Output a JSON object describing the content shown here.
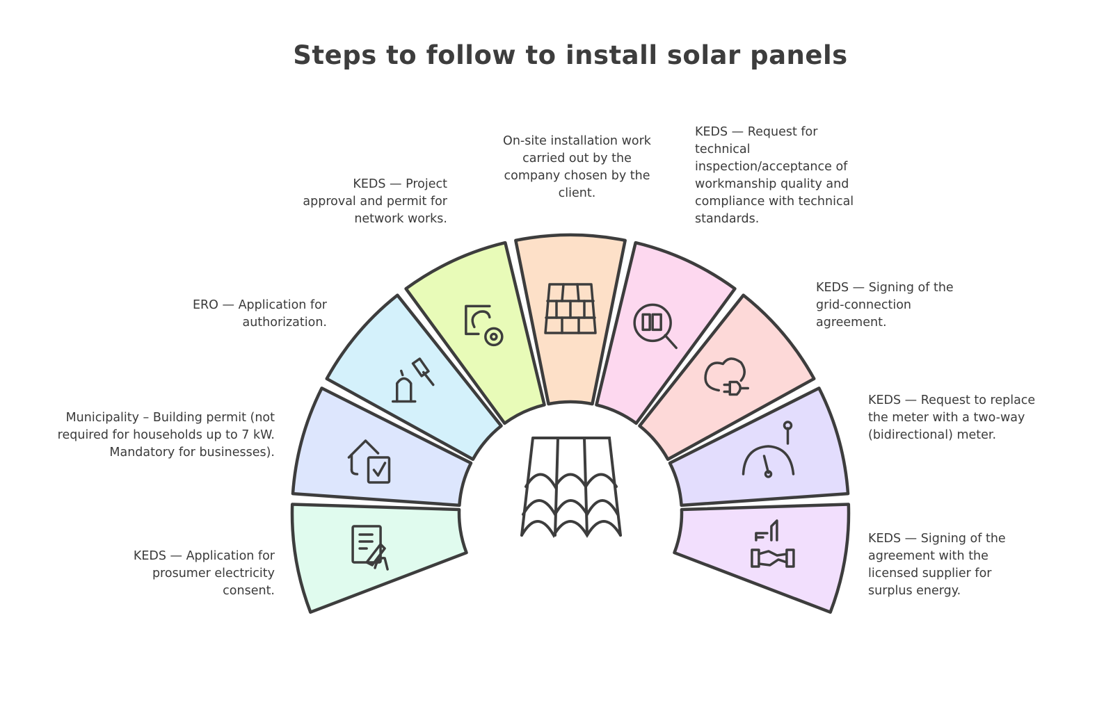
{
  "title": "Steps to follow to install solar panels",
  "steps": [
    {
      "label": "KEDS — Application for prosumer electricity consent.",
      "color": "#e0fbee",
      "icon": "form-signing-icon"
    },
    {
      "label": "Municipality – Building permit (not required for households up to 7 kW. Mandatory for businesses).",
      "color": "#dde6fd",
      "icon": "house-document-check-icon"
    },
    {
      "label": "ERO — Application for authorization.",
      "color": "#d4f1fb",
      "icon": "gavel-approval-icon"
    },
    {
      "label": "KEDS — Project approval and permit for network works.",
      "color": "#e8fbb8",
      "icon": "outlet-gear-icon"
    },
    {
      "label": "On-site installation work carried out by the company chosen by the client.",
      "color": "#fde0c8",
      "icon": "solar-panel-icon"
    },
    {
      "label": "KEDS — Request for technical inspection/acceptance of workmanship quality and compliance with technical standards.",
      "color": "#fdd8ef",
      "icon": "inspection-magnifier-icon"
    },
    {
      "label": "KEDS — Signing of the grid-connection agreement.",
      "color": "#fdd9d8",
      "icon": "cloud-plug-icon"
    },
    {
      "label": "KEDS — Request to replace the meter with a two-way (bidirectional) meter.",
      "color": "#e3ddfd",
      "icon": "meter-gauge-icon"
    },
    {
      "label": "KEDS — Signing of the agreement with the licensed supplier for surplus energy.",
      "color": "#f2dffd",
      "icon": "handshake-factory-icon"
    }
  ],
  "stroke_color": "#3d3d3d"
}
